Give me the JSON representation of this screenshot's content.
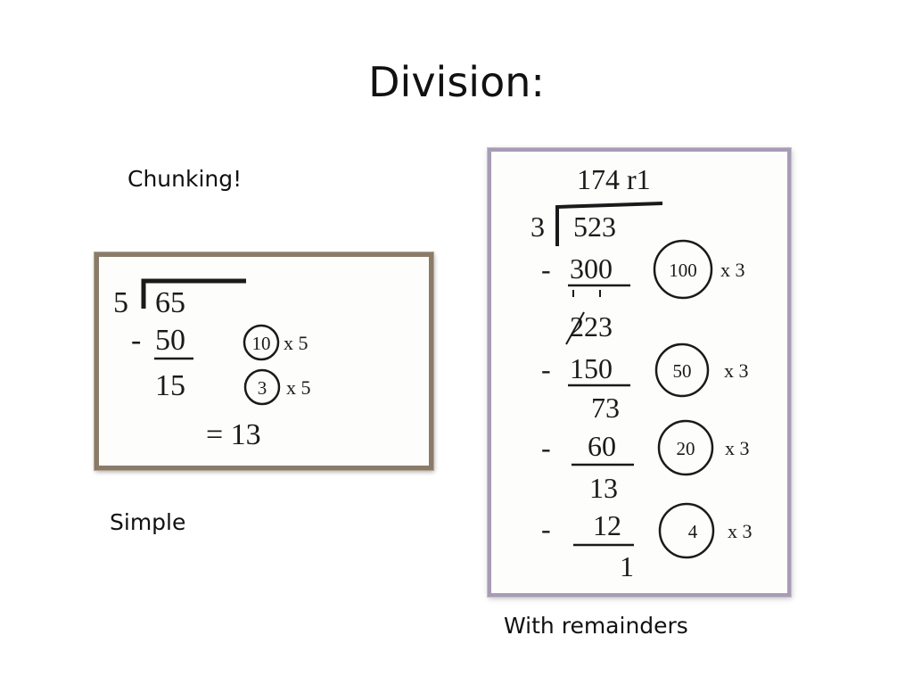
{
  "slide": {
    "title": "Division:",
    "chunking_label": "Chunking!",
    "simple_label": "Simple",
    "remainders_label": "With remainders"
  },
  "simple_example": {
    "divisor": "5",
    "dividend": "65",
    "steps": [
      {
        "op": "-",
        "value": "50",
        "circled": "10",
        "times": "x 5"
      },
      {
        "op": "",
        "value": "15",
        "circled": "3",
        "times": "x 5"
      }
    ],
    "result": "= 13"
  },
  "remainder_example": {
    "quotient": "174  r1",
    "divisor": "3",
    "dividend": "523",
    "steps": [
      {
        "minus": "-",
        "subtract": "300",
        "circled": "100",
        "times": "x 3",
        "result": "223"
      },
      {
        "minus": "-",
        "subtract": "150",
        "circled": "50",
        "times": "x 3",
        "result": "73"
      },
      {
        "minus": "-",
        "subtract": "60",
        "circled": "20",
        "times": "x 3",
        "result": "13"
      },
      {
        "minus": "-",
        "subtract": "12",
        "circled": "4",
        "times": "x 3",
        "result": "1"
      }
    ]
  }
}
